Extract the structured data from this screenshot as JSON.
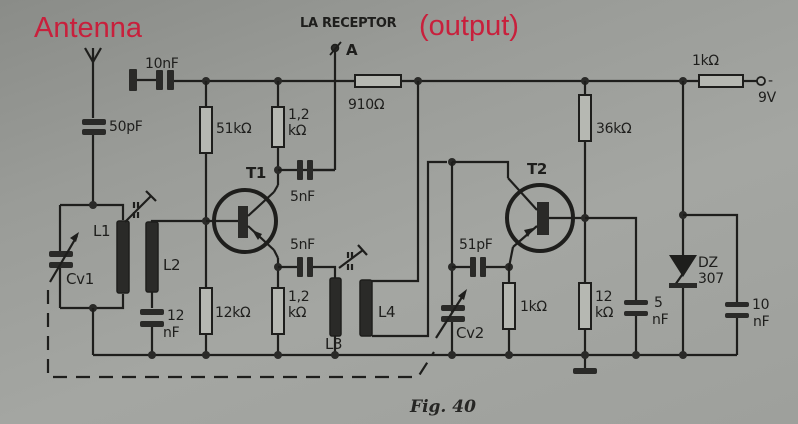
{
  "annotations": {
    "antenna": "Antenna",
    "output": "(output)"
  },
  "output_terminal": {
    "label": "LA RECEPTOR",
    "point": "A"
  },
  "supply": {
    "label": "- 9V",
    "sign": "-",
    "voltage": "9V"
  },
  "components": {
    "c_antenna": "50pF",
    "c_input": "10nF",
    "r_base_top": "51kΩ",
    "r_collector": "1,2 kΩ",
    "r_collector_l1": "1,2",
    "r_collector_l2": "kΩ",
    "r_series": "910Ω",
    "c_t1_collector": "5nF",
    "c_t1_emitter": "5nF",
    "t1": "T1",
    "t2": "T2",
    "l1": "L1",
    "l2": "L2",
    "l3": "L3",
    "l4": "L4",
    "cv1": "Cv1",
    "cv2": "Cv2",
    "c_l2": "12 nF",
    "c_l2_l1": "12",
    "c_l2_l2": "nF",
    "r_base_bottom": "12kΩ",
    "r_emitter": "1,2 kΩ",
    "r_emitter_l1": "1,2",
    "r_emitter_l2": "kΩ",
    "c_feedback": "51pF",
    "r_t2_emitter": "1kΩ",
    "r_t2_base_top": "36kΩ",
    "r_t2_base_bottom": "12 kΩ",
    "r_t2_base_bottom_l1": "12",
    "r_t2_base_bottom_l2": "kΩ",
    "c_t2_base": "5 nF",
    "c_t2_base_l1": "5",
    "c_t2_base_l2": "nF",
    "zener": "DZ 307",
    "zener_l1": "DZ",
    "zener_l2": "307",
    "c_supply": "10 nF",
    "c_supply_l1": "10",
    "c_supply_l2": "nF",
    "r_supply": "1kΩ"
  },
  "caption": "Fig. 40"
}
